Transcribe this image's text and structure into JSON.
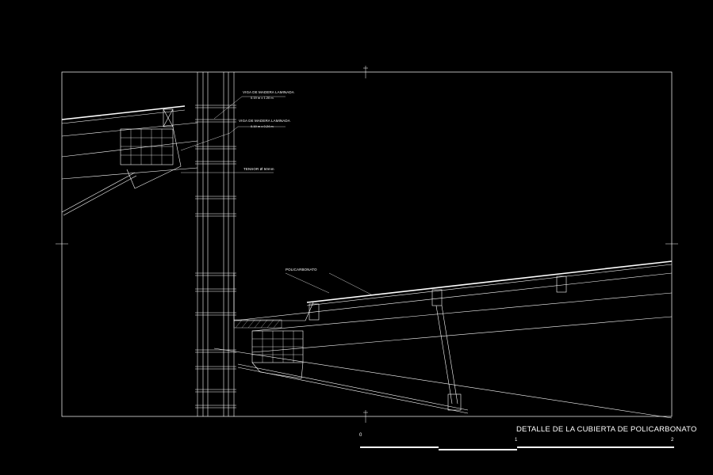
{
  "labels": {
    "viga1_title": "VIGA DE MADERA LAMINADA",
    "viga1_dim": "0.19 m x 1.20 m",
    "viga2_title": "VIGA DE MADERA LAMINADA",
    "viga2_dim": "0.19 m x 0.24 m",
    "tensor": "TENSOR Ø 50mm",
    "policarbonato": "POLICARBONATO"
  },
  "title": "DETALLE DE LA CUBIERTA DE POLICARBONATO",
  "scale": {
    "ticks": [
      "0",
      "1",
      "2"
    ]
  },
  "colors": {
    "background": "#000000",
    "lines": "#ffffff"
  }
}
